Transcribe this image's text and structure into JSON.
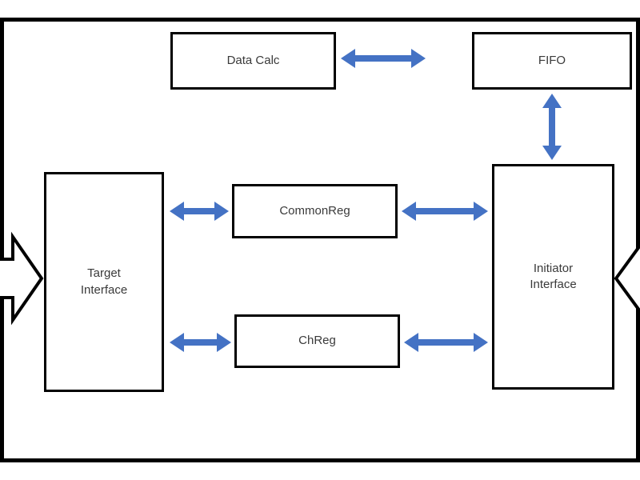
{
  "diagram": {
    "nodes": {
      "data_calc": {
        "label": "Data Calc"
      },
      "fifo": {
        "label": "FIFO"
      },
      "target_interface": {
        "label_line1": "Target",
        "label_line2": "Interface"
      },
      "initiator_interface": {
        "label_line1": "Initiator",
        "label_line2": "Interface"
      },
      "common_reg": {
        "label": "CommonReg"
      },
      "ch_reg": {
        "label": "ChReg"
      }
    },
    "connections": [
      {
        "from": "Data Calc",
        "to": "FIFO",
        "type": "bidirectional"
      },
      {
        "from": "FIFO",
        "to": "Initiator Interface",
        "type": "bidirectional"
      },
      {
        "from": "Target Interface",
        "to": "CommonReg",
        "type": "bidirectional"
      },
      {
        "from": "CommonReg",
        "to": "Initiator Interface",
        "type": "bidirectional"
      },
      {
        "from": "Target Interface",
        "to": "ChReg",
        "type": "bidirectional"
      },
      {
        "from": "ChReg",
        "to": "Initiator Interface",
        "type": "bidirectional"
      }
    ],
    "external_ports": [
      {
        "side": "left",
        "direction": "into Target Interface"
      },
      {
        "side": "right",
        "direction": "into Initiator Interface"
      }
    ]
  },
  "colors": {
    "arrow": "#4472c4",
    "box_border": "#000000",
    "box_fill": "#ffffff"
  }
}
